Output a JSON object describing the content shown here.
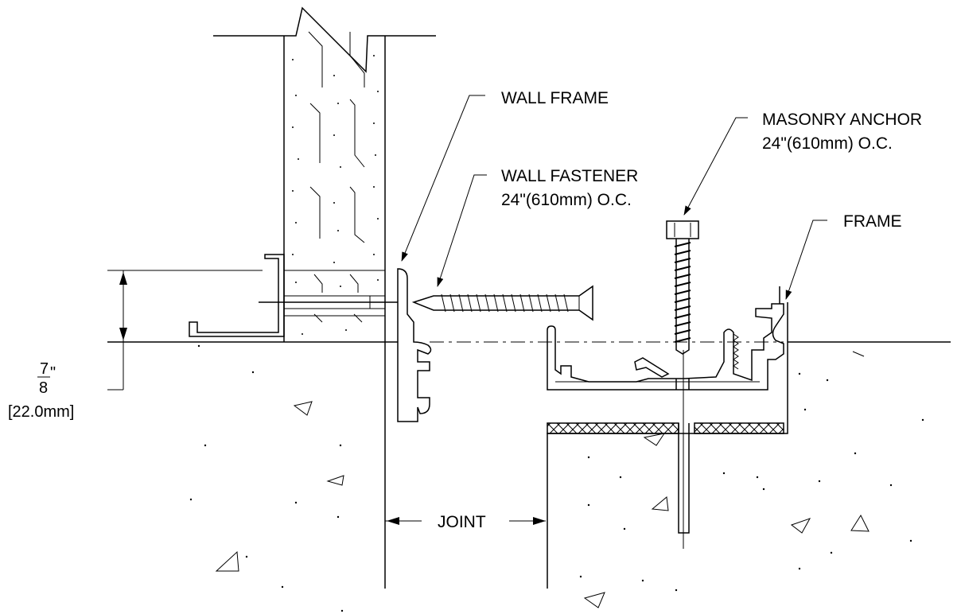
{
  "labels": {
    "wall_frame": "WALL FRAME",
    "wall_fastener_line1": "WALL FASTENER",
    "wall_fastener_line2": "24\"(610mm) O.C.",
    "masonry_anchor_line1": "MASONRY ANCHOR",
    "masonry_anchor_line2": "24\"(610mm) O.C.",
    "frame": "FRAME",
    "joint": "JOINT"
  },
  "dimension": {
    "fraction_numerator": "7",
    "fraction_denominator": "8",
    "inch_mark": "\"",
    "metric": "[22.0mm]"
  },
  "colors": {
    "line": "#000000",
    "background": "#ffffff"
  }
}
